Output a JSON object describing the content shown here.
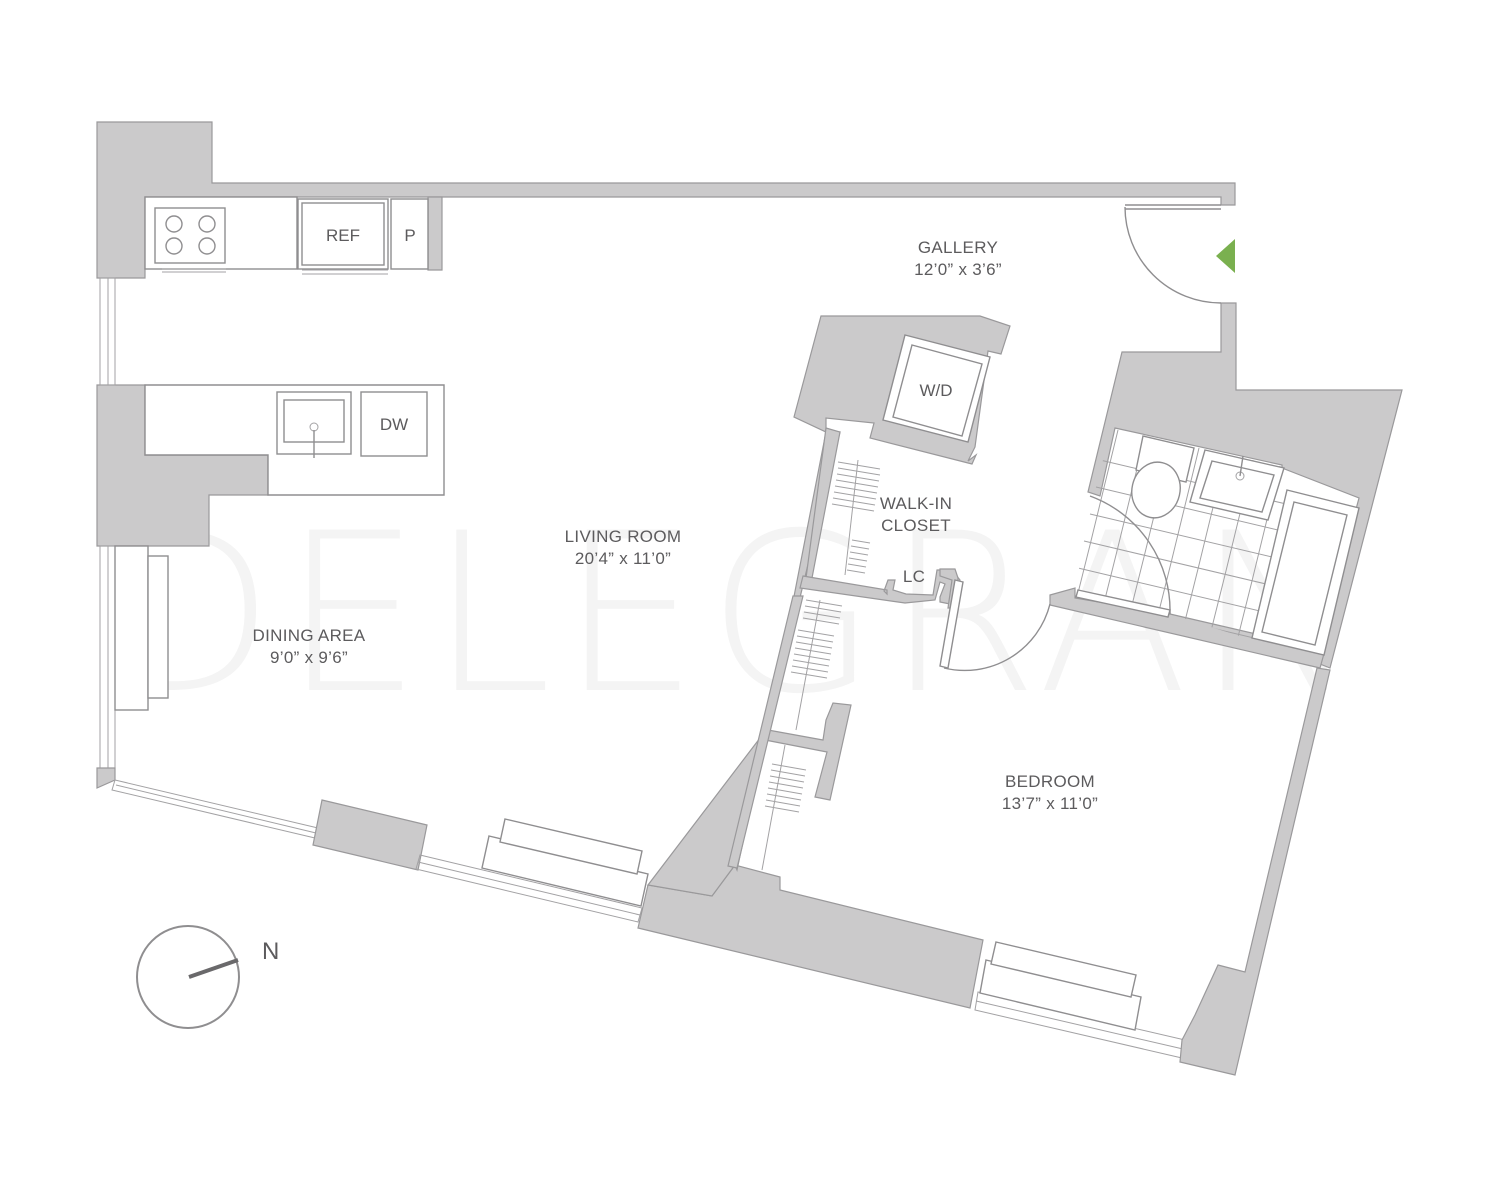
{
  "watermark": "DELEGRAN",
  "rooms": {
    "gallery": {
      "name": "GALLERY",
      "dims": "12’0” x 3’6”"
    },
    "living": {
      "name": "LIVING ROOM",
      "dims": "20’4” x 11’0”"
    },
    "dining": {
      "name": "DINING AREA",
      "dims": "9’0” x 9’6”"
    },
    "bedroom": {
      "name": "BEDROOM",
      "dims": "13’7” x 11’0”"
    },
    "closet": {
      "line1": "WALK-IN",
      "line2": "CLOSET"
    }
  },
  "fixtures": {
    "ref": "REF",
    "pantry": "P",
    "dishwasher": "DW",
    "washer_dryer": "W/D",
    "linen_closet": "LC"
  },
  "compass": {
    "label": "N"
  },
  "colors": {
    "wall": "#cbcacb",
    "entry_arrow": "#7ab04f",
    "text": "#5c5b5d"
  }
}
